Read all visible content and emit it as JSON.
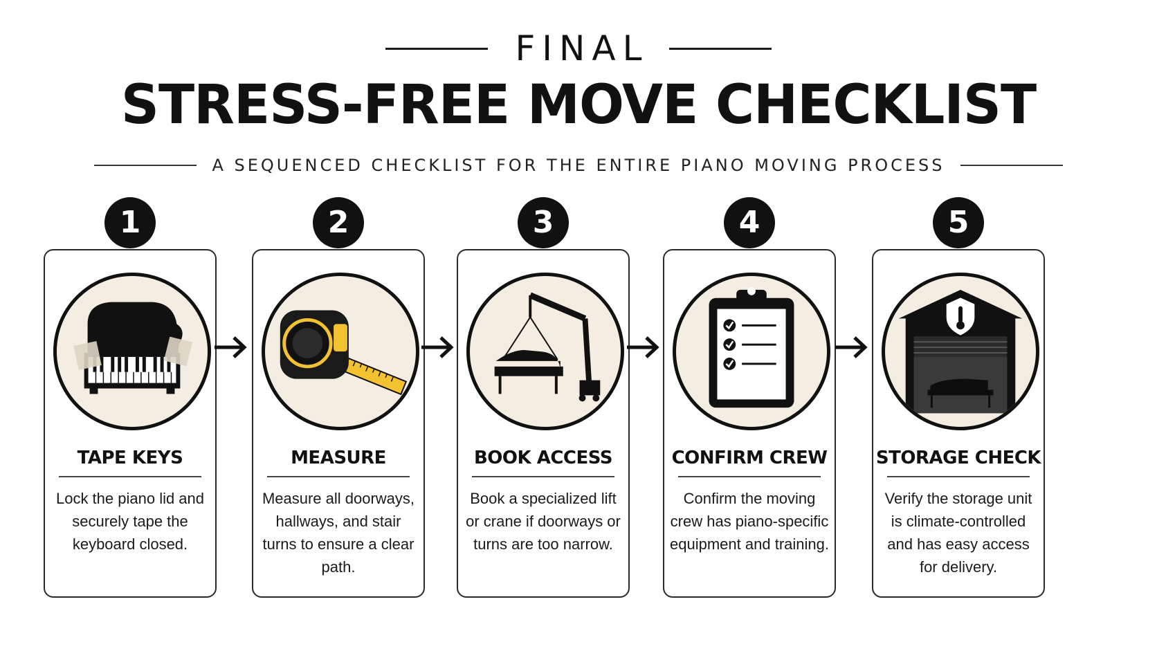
{
  "header": {
    "eyebrow": "FINAL",
    "title": "STRESS-FREE MOVE CHECKLIST",
    "subtitle": "A SEQUENCED CHECKLIST FOR THE ENTIRE PIANO MOVING PROCESS"
  },
  "steps": [
    {
      "number": "1",
      "title": "TAPE KEYS",
      "description": "Lock the piano lid and securely tape the keyboard closed.",
      "icon": "taped-piano-icon"
    },
    {
      "number": "2",
      "title": "MEASURE",
      "description": "Measure all doorways, hallways, and stair turns to ensure a clear path.",
      "icon": "tape-measure-icon"
    },
    {
      "number": "3",
      "title": "BOOK ACCESS",
      "description": "Book a specialized lift or crane if doorways or turns are too narrow.",
      "icon": "crane-piano-icon"
    },
    {
      "number": "4",
      "title": "CONFIRM CREW",
      "description": "Confirm the moving crew has piano-specific equipment and training.",
      "icon": "clipboard-checklist-icon"
    },
    {
      "number": "5",
      "title": "STORAGE CHECK",
      "description": "Verify the storage unit is climate-controlled and has easy access for delivery.",
      "icon": "climate-storage-icon"
    }
  ],
  "colors": {
    "ink": "#111111",
    "icon_bg": "#f3ede2",
    "accent": "#f2c230"
  }
}
